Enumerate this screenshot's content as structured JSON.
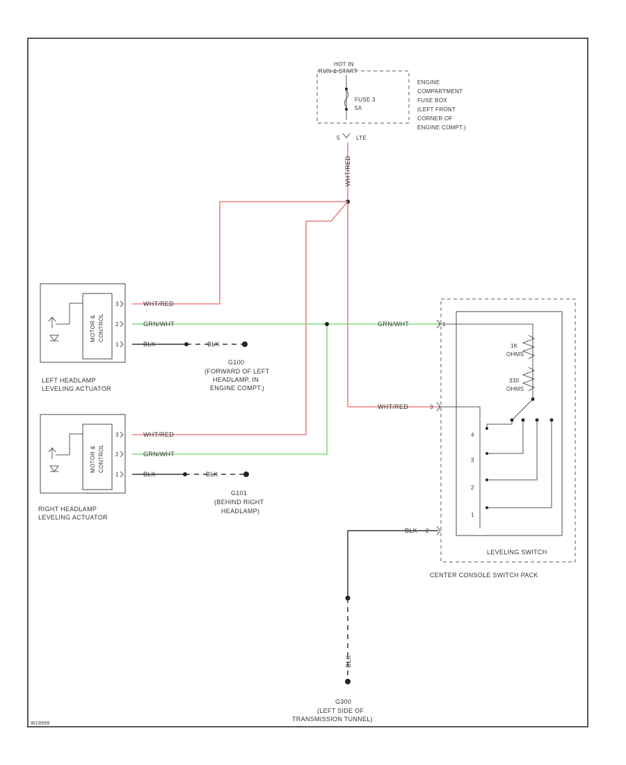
{
  "power": {
    "hot_line1": "HOT IN",
    "hot_line2": "RUN & START",
    "fuse_name": "FUSE 3",
    "fuse_rating": "5A",
    "pin": "5",
    "pin_conn": "LTE",
    "box_lines": [
      "ENGINE",
      "COMPARTMENT",
      "FUSE BOX",
      "(LEFT FRONT",
      "CORNER OF",
      "ENGINE COMPT.)"
    ]
  },
  "wires": {
    "feed": "WHT/RED",
    "left_red": "WHT/RED",
    "left_grn": "GRN/WHT",
    "left_blk": "BLK",
    "left_blk2": "BLK",
    "right_red": "WHT/RED",
    "right_grn": "GRN/WHT",
    "right_blk": "BLK",
    "right_blk2": "BLK",
    "switch_grn": "GRN/WHT",
    "switch_red": "WHT/RED",
    "switch_blk": "BLK",
    "ground_blk": "BLK"
  },
  "left_actuator": {
    "label_line1": "LEFT HEADLAMP",
    "label_line2": "LEVELING ACTUATOR",
    "pins": [
      "3",
      "2",
      "1"
    ],
    "inner_text": [
      "MOTOR &",
      "CONTROL"
    ]
  },
  "right_actuator": {
    "label_line1": "RIGHT HEADLAMP",
    "label_line2": "LEVELING ACTUATOR",
    "pins": [
      "3",
      "2",
      "1"
    ],
    "inner_text": [
      "MOTOR &",
      "CONTROL"
    ]
  },
  "grounds": {
    "g1_id": "G100",
    "g1_lines": [
      "(FORWARD OF LEFT",
      "HEADLAMP, IN",
      "ENGINE COMPT.)"
    ],
    "g2_id": "G101",
    "g2_lines": [
      "(BEHIND RIGHT",
      "HEADLAMP)"
    ],
    "g3_id": "G300",
    "g3_lines": [
      "(LEFT SIDE OF",
      "TRANSMISSION TUNNEL)"
    ]
  },
  "switch": {
    "ohm1_a": "1K",
    "ohm1_b": "OHMS",
    "ohm2_a": "330",
    "ohm2_b": "OHMS",
    "pins": [
      "4",
      "3",
      "2",
      "1"
    ],
    "conn_pins": [
      "1",
      "3",
      "2"
    ],
    "name": "LEVELING SWITCH",
    "pack": "CENTER CONSOLE SWITCH PACK"
  },
  "footer": {
    "code": "W18995"
  }
}
